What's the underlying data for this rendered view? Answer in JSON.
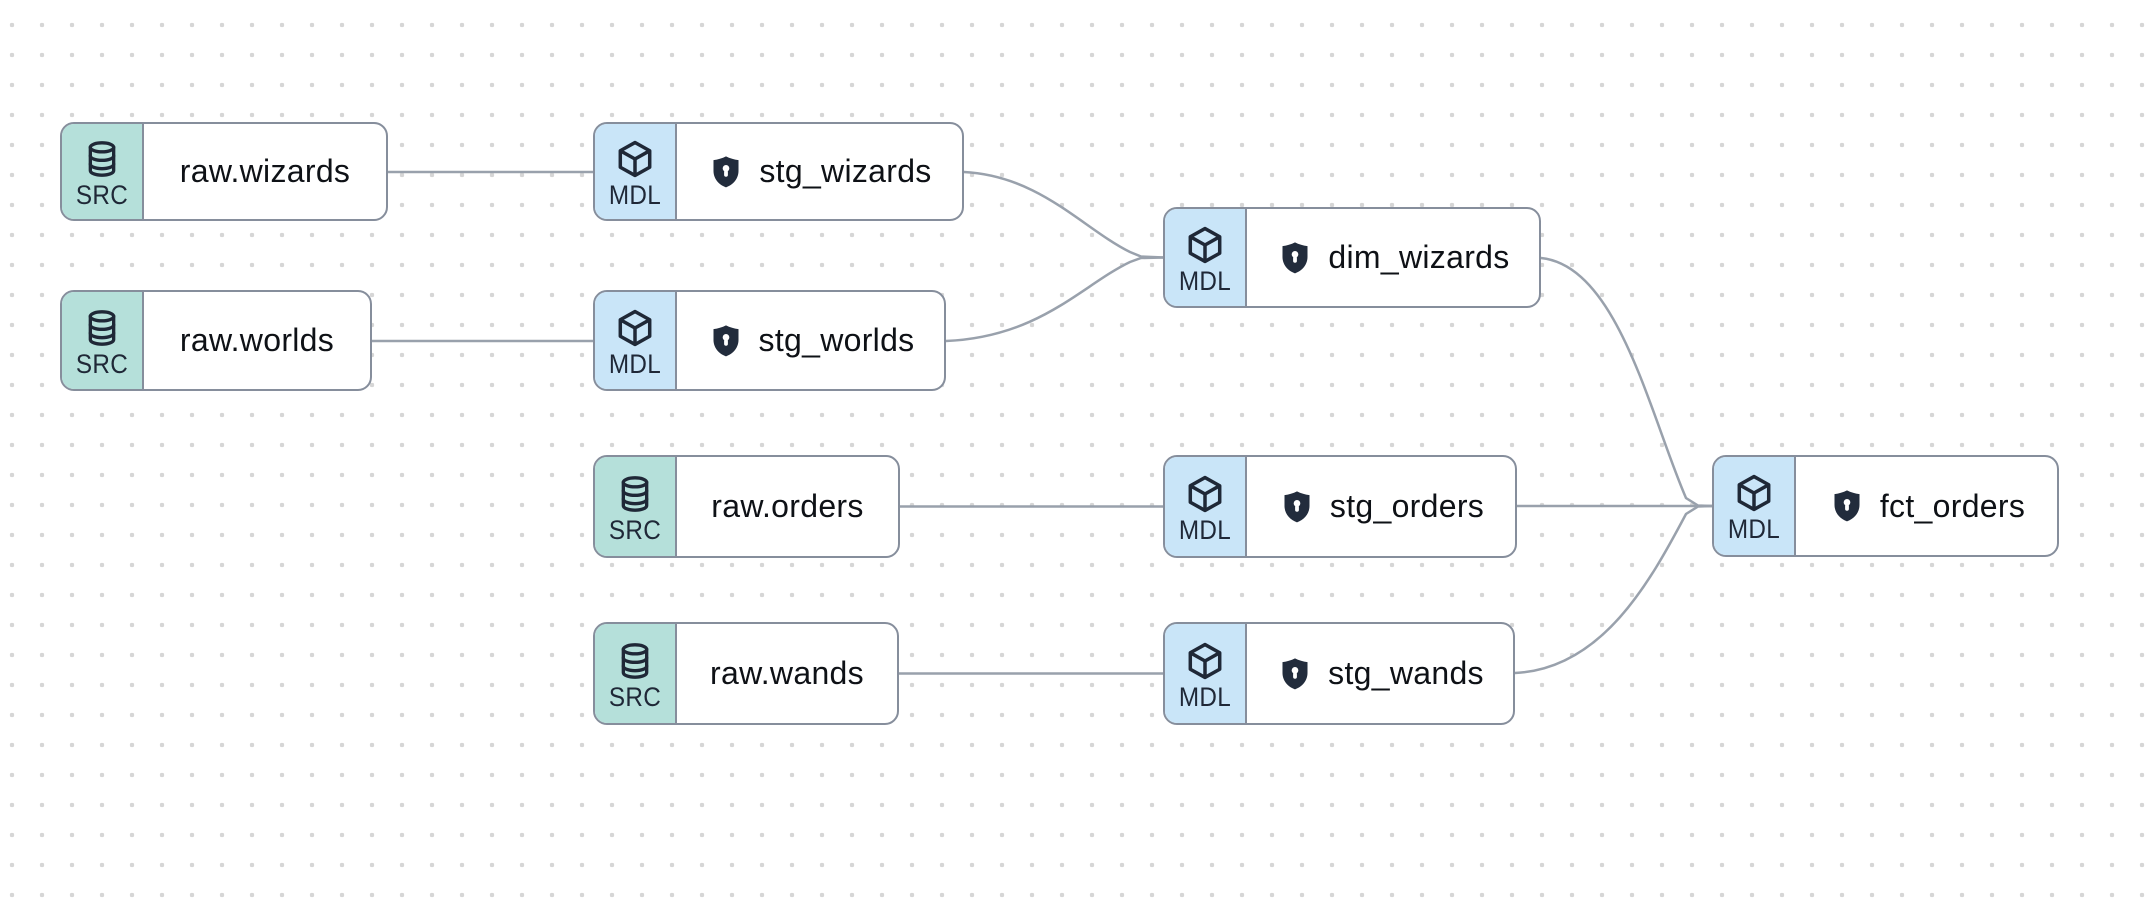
{
  "app": {
    "view": "lineage-graph"
  },
  "palette": {
    "canvas_bg": "#ffffff",
    "dot_color": "#d6d6d6",
    "node_bg": "#ffffff",
    "node_border": "#868e9c",
    "edge_color": "#99a1ac",
    "source_badge_bg": "#b5e0da",
    "model_badge_bg": "#c9e5f8",
    "badge_ink": "#1f2837",
    "label_ink": "#0e1116",
    "shield_color": "#222c3c"
  },
  "nodes": [
    {
      "id": "raw.wizards",
      "label": "raw.wizards",
      "badge": "SRC",
      "type": "source",
      "icon": "database",
      "contract_shield": false
    },
    {
      "id": "stg_wizards",
      "label": "stg_wizards",
      "badge": "MDL",
      "type": "model",
      "icon": "cube",
      "contract_shield": true
    },
    {
      "id": "raw.worlds",
      "label": "raw.worlds",
      "badge": "SRC",
      "type": "source",
      "icon": "database",
      "contract_shield": false
    },
    {
      "id": "stg_worlds",
      "label": "stg_worlds",
      "badge": "MDL",
      "type": "model",
      "icon": "cube",
      "contract_shield": true
    },
    {
      "id": "dim_wizards",
      "label": "dim_wizards",
      "badge": "MDL",
      "type": "model",
      "icon": "cube",
      "contract_shield": true
    },
    {
      "id": "raw.orders",
      "label": "raw.orders",
      "badge": "SRC",
      "type": "source",
      "icon": "database",
      "contract_shield": false
    },
    {
      "id": "stg_orders",
      "label": "stg_orders",
      "badge": "MDL",
      "type": "model",
      "icon": "cube",
      "contract_shield": true
    },
    {
      "id": "raw.wands",
      "label": "raw.wands",
      "badge": "SRC",
      "type": "source",
      "icon": "database",
      "contract_shield": false
    },
    {
      "id": "stg_wands",
      "label": "stg_wands",
      "badge": "MDL",
      "type": "model",
      "icon": "cube",
      "contract_shield": true
    },
    {
      "id": "fct_orders",
      "label": "fct_orders",
      "badge": "MDL",
      "type": "model",
      "icon": "cube",
      "contract_shield": true
    }
  ],
  "edges": [
    {
      "from": "raw.wizards",
      "to": "stg_wizards"
    },
    {
      "from": "raw.worlds",
      "to": "stg_worlds"
    },
    {
      "from": "stg_wizards",
      "to": "dim_wizards"
    },
    {
      "from": "stg_worlds",
      "to": "dim_wizards"
    },
    {
      "from": "raw.orders",
      "to": "stg_orders"
    },
    {
      "from": "raw.wands",
      "to": "stg_wands"
    },
    {
      "from": "dim_wizards",
      "to": "fct_orders"
    },
    {
      "from": "stg_orders",
      "to": "fct_orders"
    },
    {
      "from": "stg_wands",
      "to": "fct_orders"
    }
  ]
}
